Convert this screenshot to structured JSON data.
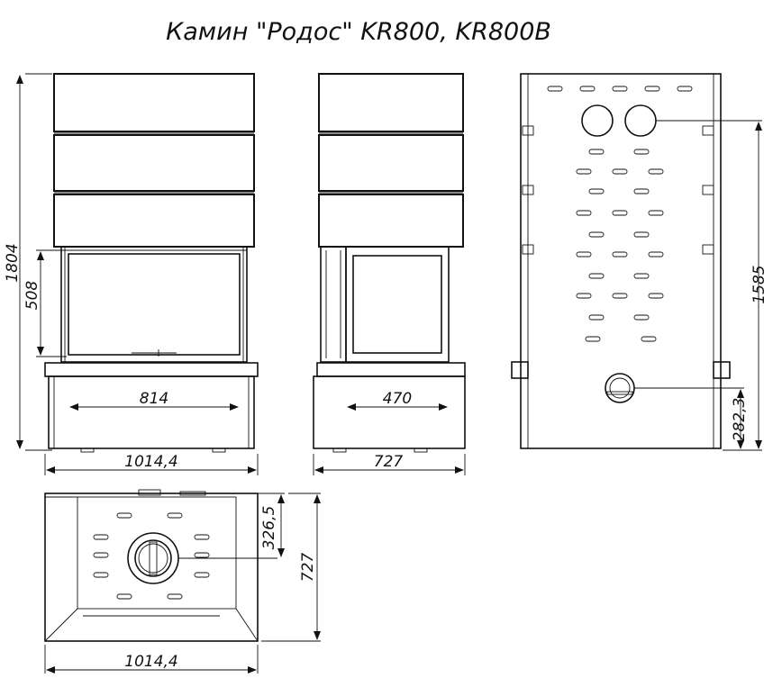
{
  "title": "Камин \"Родос\" KR800, KR800B",
  "front_view": {
    "height_label": "1804",
    "glass_height_label": "508",
    "opening_width_label": "814",
    "overall_width_label": "1014,4"
  },
  "side_view": {
    "opening_width_label": "470",
    "depth_label": "727"
  },
  "back_view": {
    "flue_height_label": "1585",
    "air_inlet_height_label": "282,3"
  },
  "top_view": {
    "flue_offset_label": "326,5",
    "depth_label": "727",
    "width_label": "1014,4"
  }
}
